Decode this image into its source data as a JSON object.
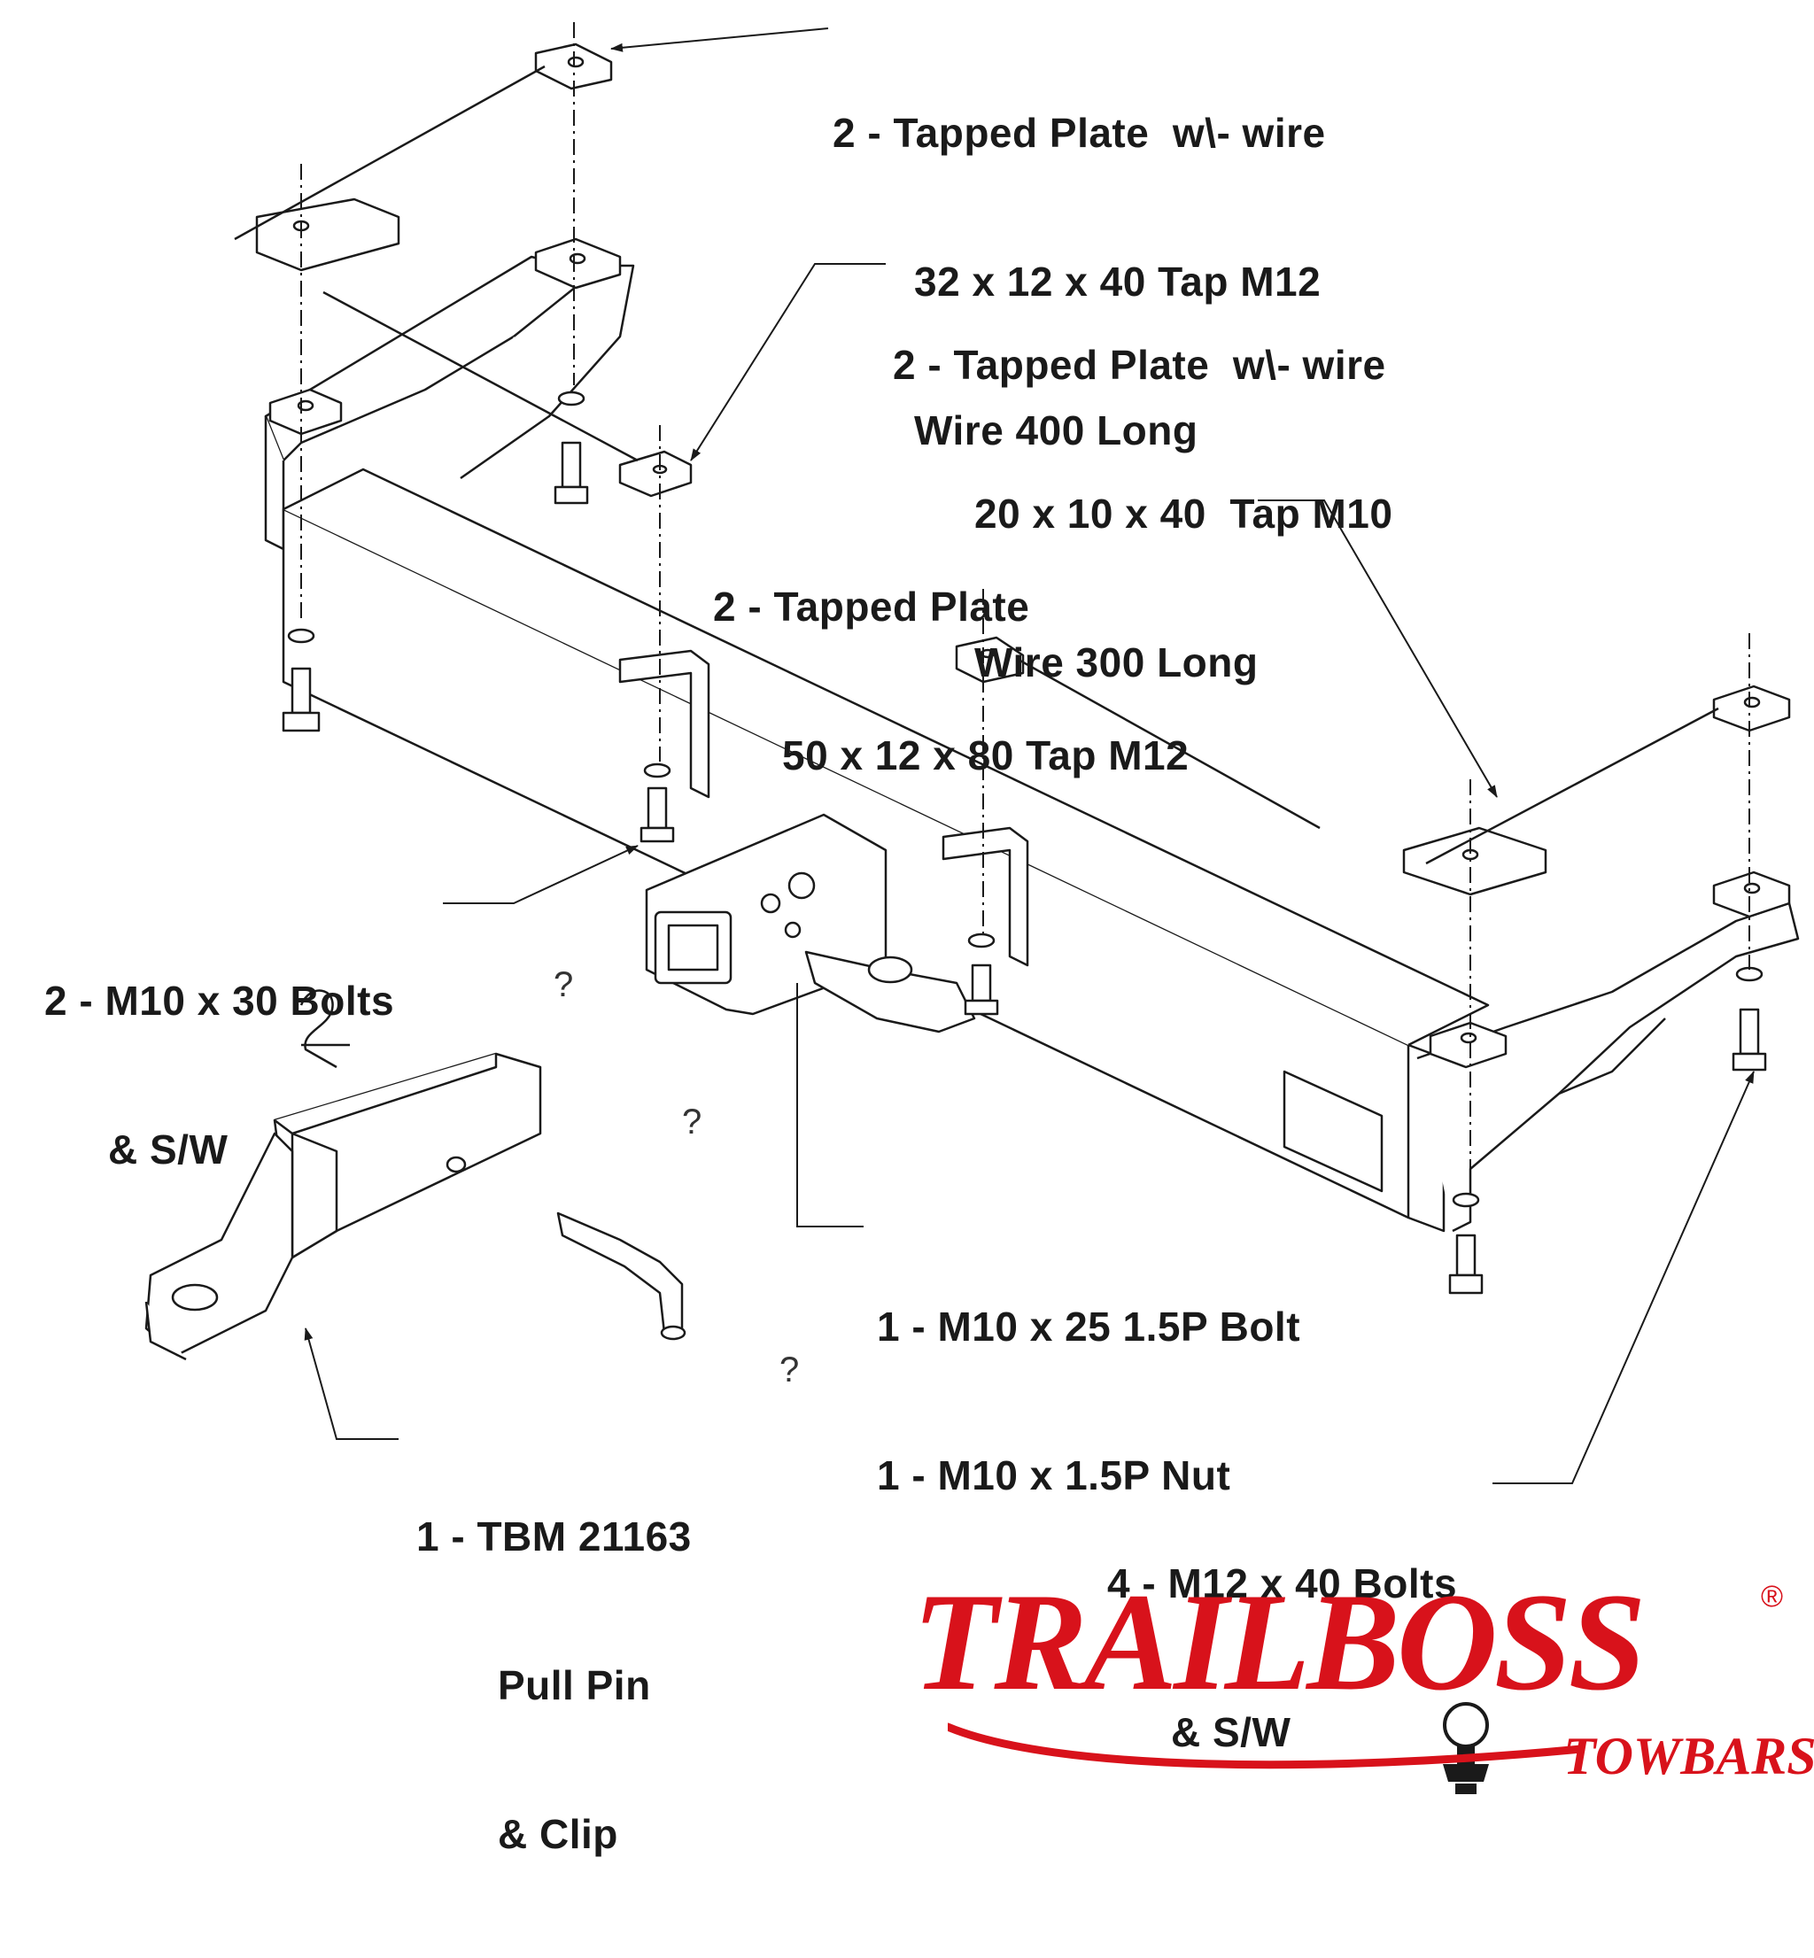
{
  "labels": {
    "plate_32": [
      "2 - Tapped Plate  w\\- wire",
      "32 x 12 x 40 Tap M12",
      "Wire 400 Long"
    ],
    "plate_20": [
      "2 - Tapped Plate  w\\- wire",
      "20 x 10 x 40  Tap M10",
      "Wire 300 Long"
    ],
    "plate_50": [
      "2 - Tapped Plate",
      "50 x 12 x 80 Tap M12"
    ],
    "bolts_m10x30": [
      "2 - M10 x 30 Bolts",
      "& S/W"
    ],
    "bolt_m10x25": [
      "1 - M10 x 25 1.5P Bolt",
      "1 - M10 x 1.5P Nut"
    ],
    "tbm": [
      "1 - TBM 21163",
      "Pull Pin",
      "& Clip"
    ],
    "bolts_m12x40": [
      "4 - M12 x 40 Bolts",
      "& S/W"
    ]
  },
  "unknown_marks": [
    "?",
    "?",
    "?"
  ],
  "logo": {
    "brand": "TRAILBOSS",
    "subtitle": "TOWBARS",
    "registered": "®",
    "color": "#d8121b"
  },
  "colors": {
    "line": "#1a1a1a",
    "fill": "#ffffff",
    "accent": "#d8121b"
  }
}
